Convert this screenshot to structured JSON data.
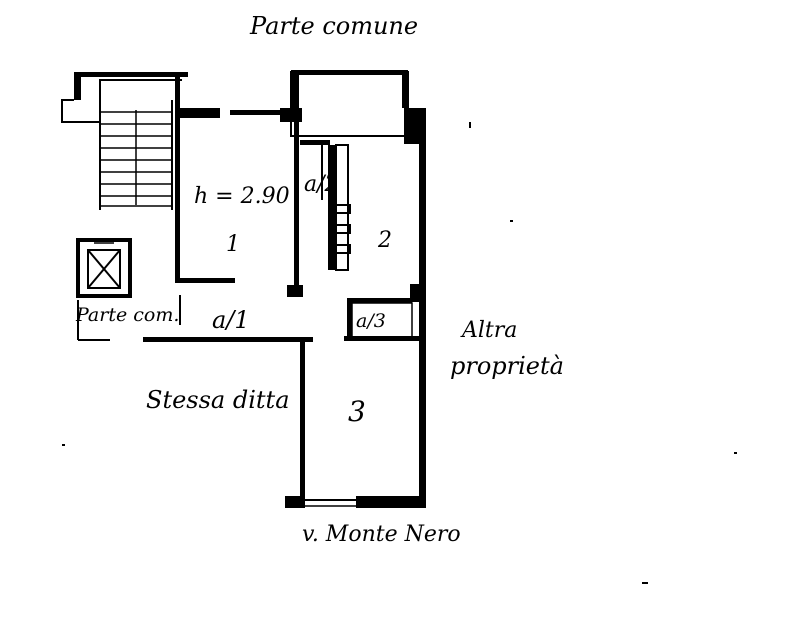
{
  "plan": {
    "top_label": "Parte comune",
    "bottom_label": "v. Monte Nero",
    "left_label": "Stessa ditta",
    "right_label_line1": "Altra",
    "right_label_line2": "proprietà",
    "common_label": "Parte com.",
    "height_label": "h = 2.90",
    "room_1": "1",
    "room_2": "2",
    "room_3": "3",
    "marker_1": "a/1",
    "marker_2": "a/2",
    "marker_3": "a/3"
  }
}
